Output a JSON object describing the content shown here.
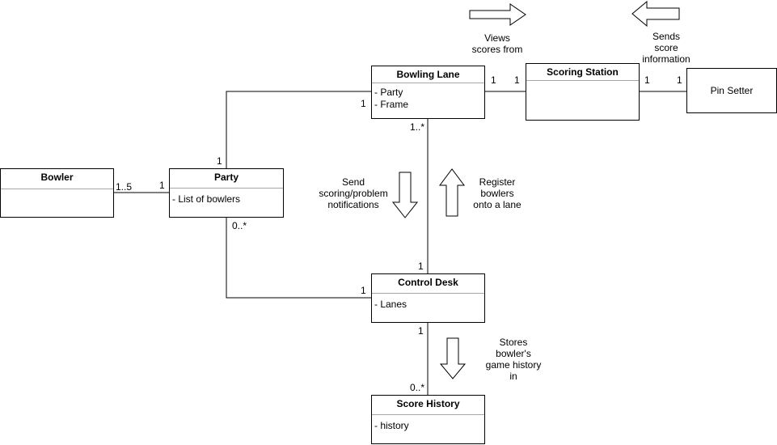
{
  "classes": {
    "bowling_lane": {
      "title": "Bowling Lane",
      "attrs": [
        "- Party",
        "- Frame"
      ]
    },
    "scoring_station": {
      "title": "Scoring Station",
      "attrs": []
    },
    "pin_setter": {
      "title": "Pin Setter"
    },
    "bowler": {
      "title": "Bowler",
      "attrs": []
    },
    "party": {
      "title": "Party",
      "attrs": [
        "- List of bowlers"
      ]
    },
    "control_desk": {
      "title": "Control Desk",
      "attrs": [
        "- Lanes"
      ]
    },
    "score_history": {
      "title": "Score History",
      "attrs": [
        "- history"
      ]
    }
  },
  "multiplicities": {
    "lane_to_station": "1",
    "station_to_lane": "1",
    "station_to_pin": "1",
    "pin_to_station": "1",
    "lane_to_party": "1",
    "party_to_lane": "1",
    "lane_to_desk": "1..*",
    "bowler_to_party": "1..5",
    "party_to_bowler": "1",
    "party_to_desk": "0..*",
    "desk_to_lane": "1",
    "desk_to_party": "1",
    "desk_to_history": "1",
    "history_to_desk": "0..*"
  },
  "annotations": {
    "views_scores_from": "Views\nscores from",
    "sends_score_information": "Sends\nscore\ninformation",
    "send_notifications": "Send\nscoring/problem\nnotifications",
    "register_bowlers": "Register\nbowlers\nonto a lane",
    "stores_history": "Stores\nbowler's\ngame history\nin"
  }
}
